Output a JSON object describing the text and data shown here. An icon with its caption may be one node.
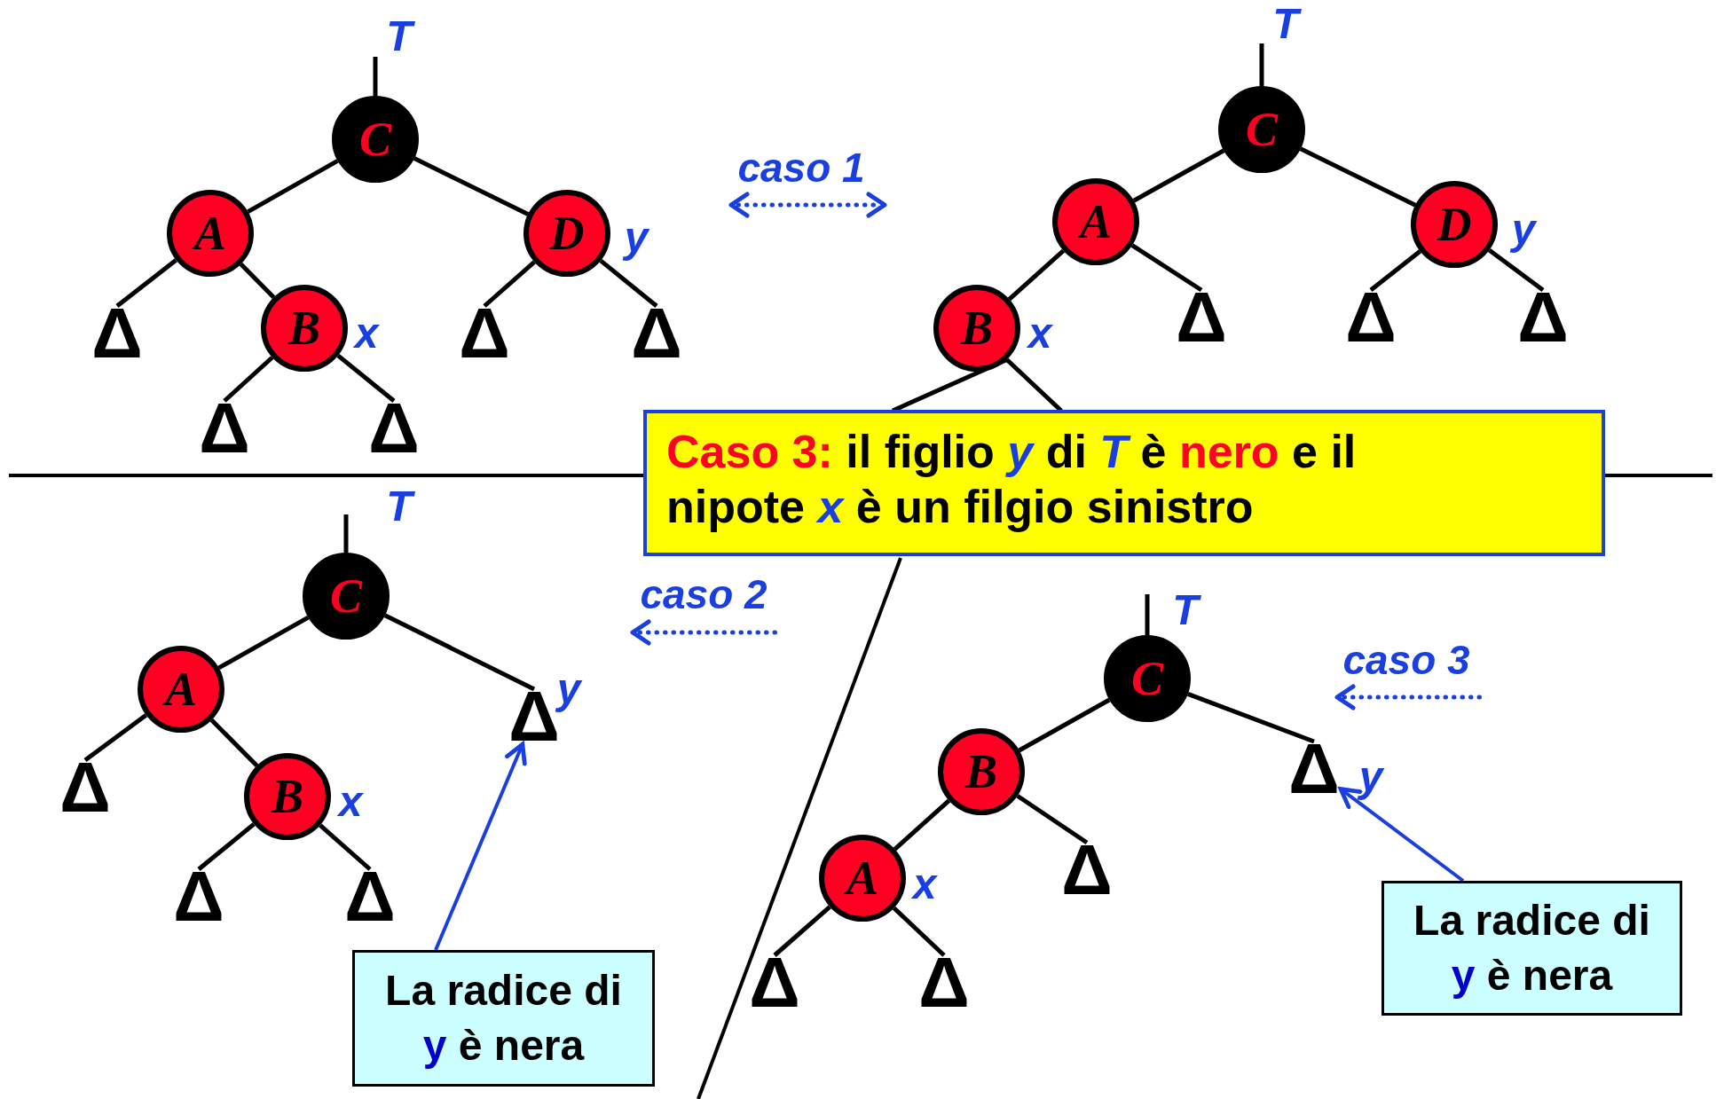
{
  "diagram": {
    "nodes": [
      {
        "text": [
          "C"
        ],
        "beside": [
          "T"
        ]
      },
      {
        "text": [
          "A"
        ]
      },
      {
        "text": [
          "D"
        ],
        "beside": [
          "y"
        ]
      },
      {
        "text": [
          "B"
        ],
        "beside": [
          "x"
        ]
      },
      {
        "text": [
          "Δ"
        ]
      },
      {
        "text": [
          "Δ"
        ]
      },
      {
        "text": [
          "Δ"
        ]
      },
      {
        "text": [
          "Δ"
        ]
      },
      {
        "text": [
          "Δ"
        ]
      },
      {
        "text": [
          "C"
        ],
        "beside": [
          "T"
        ]
      },
      {
        "text": [
          "A"
        ]
      },
      {
        "text": [
          "D"
        ],
        "beside": [
          "y"
        ]
      },
      {
        "text": [
          "B"
        ],
        "beside": [
          "x"
        ]
      },
      {
        "text": [
          "Δ"
        ]
      },
      {
        "text": [
          "Δ"
        ]
      },
      {
        "text": [
          "Δ"
        ]
      },
      {
        "text": [
          "Caso 3:",
          "il figlio *y* di *T* è **nero** e il nipote *x* è un filgio sinistro"
        ]
      },
      {
        "text": [
          "C"
        ],
        "beside": [
          "T"
        ]
      },
      {
        "text": [
          "A"
        ]
      },
      {
        "text": [
          "Δ"
        ],
        "beside": [
          "y"
        ]
      },
      {
        "text": [
          "B"
        ],
        "beside": [
          "x"
        ]
      },
      {
        "text": [
          "Δ"
        ]
      },
      {
        "text": [
          "Δ"
        ]
      },
      {
        "text": [
          "Δ"
        ]
      },
      {
        "text": [
          "La radice di **y** è nera"
        ]
      },
      {
        "text": [
          "C"
        ],
        "beside": [
          "T"
        ]
      },
      {
        "text": [
          "B"
        ]
      },
      {
        "text": [
          "Δ"
        ],
        "beside": [
          "y"
        ]
      },
      {
        "text": [
          "A"
        ],
        "beside": [
          "x"
        ]
      },
      {
        "text": [
          "Δ"
        ]
      },
      {
        "text": [
          "Δ"
        ]
      },
      {
        "text": [
          "Δ"
        ]
      },
      {
        "text": [
          "La radice di **y** è nera"
        ]
      }
    ],
    "edges": [
      {
        "from": null,
        "to": 0,
        "arrow": "none"
      },
      {
        "from": 0,
        "to": 1,
        "arrow": "none"
      },
      {
        "from": 0,
        "to": 2,
        "arrow": "none"
      },
      {
        "from": 1,
        "to": 4,
        "arrow": "none"
      },
      {
        "from": 1,
        "to": 3,
        "arrow": "none"
      },
      {
        "from": 3,
        "to": 5,
        "arrow": "none"
      },
      {
        "from": 3,
        "to": 6,
        "arrow": "none"
      },
      {
        "from": 2,
        "to": 7,
        "arrow": "none"
      },
      {
        "from": 2,
        "to": 8,
        "arrow": "none"
      },
      {
        "from": null,
        "to": 9,
        "arrow": "none"
      },
      {
        "from": 9,
        "to": 10,
        "arrow": "none"
      },
      {
        "from": 9,
        "to": 11,
        "arrow": "none"
      },
      {
        "from": 10,
        "to": 12,
        "arrow": "none"
      },
      {
        "from": 10,
        "to": 13,
        "arrow": "none"
      },
      {
        "from": 12,
        "to": 16,
        "arrow": "none"
      },
      {
        "from": 12,
        "to": 16,
        "arrow": "none"
      },
      {
        "from": 11,
        "to": 14,
        "arrow": "none"
      },
      {
        "from": 11,
        "to": 15,
        "arrow": "none"
      },
      {
        "from": null,
        "to": 17,
        "arrow": "none"
      },
      {
        "from": 17,
        "to": 18,
        "arrow": "none"
      },
      {
        "from": 17,
        "to": 19,
        "arrow": "none"
      },
      {
        "from": 18,
        "to": 21,
        "arrow": "none"
      },
      {
        "from": 18,
        "to": 20,
        "arrow": "none"
      },
      {
        "from": 20,
        "to": 22,
        "arrow": "none"
      },
      {
        "from": 20,
        "to": 23,
        "arrow": "none"
      },
      {
        "from": 24,
        "to": 19,
        "arrow": "to",
        "color": "#1a3fe0"
      },
      {
        "from": null,
        "to": 25,
        "arrow": "none"
      },
      {
        "from": 25,
        "to": 26,
        "arrow": "none"
      },
      {
        "from": 25,
        "to": 27,
        "arrow": "none"
      },
      {
        "from": 26,
        "to": 28,
        "arrow": "none"
      },
      {
        "from": 26,
        "to": 29,
        "arrow": "none"
      },
      {
        "from": 28,
        "to": 30,
        "arrow": "none"
      },
      {
        "from": 28,
        "to": 31,
        "arrow": "none"
      },
      {
        "from": 32,
        "to": 27,
        "arrow": "to",
        "color": "#1a3fe0"
      }
    ],
    "labels": [
      "caso 1",
      "caso 2",
      "caso 3"
    ]
  }
}
